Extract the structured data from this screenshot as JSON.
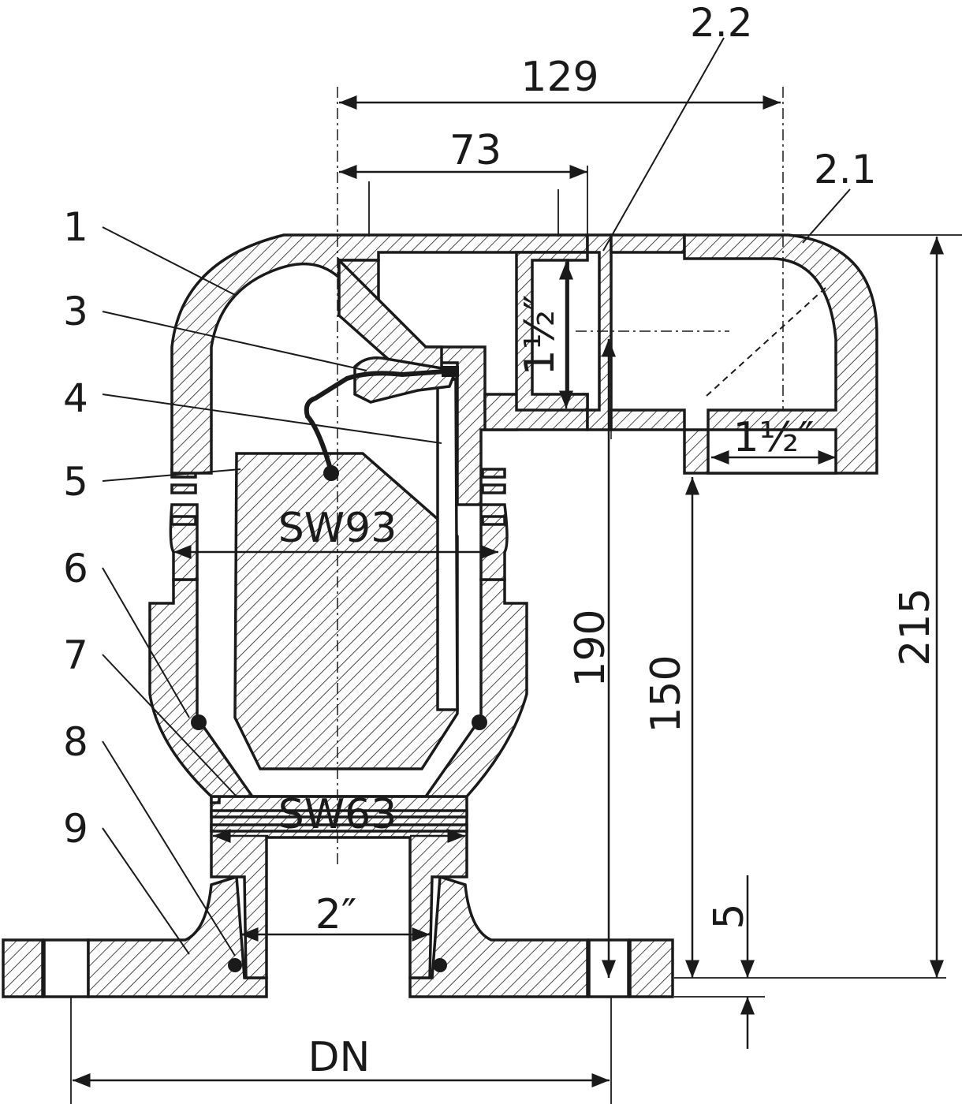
{
  "part_labels": {
    "p1": "1",
    "p3": "3",
    "p4": "4",
    "p5": "5",
    "p6": "6",
    "p7": "7",
    "p8": "8",
    "p9": "9",
    "p2_1": "2.1",
    "p2_2": "2.2"
  },
  "dimensions": {
    "d129": "129",
    "d73": "73",
    "d190": "190",
    "d150": "150",
    "d215": "215",
    "d5": "5",
    "dn": "DN",
    "thread_2in": "2″",
    "sw93": "SW93",
    "sw63": "SW63",
    "thread_1half_a": "1½″",
    "thread_1half_b": "1½″"
  }
}
